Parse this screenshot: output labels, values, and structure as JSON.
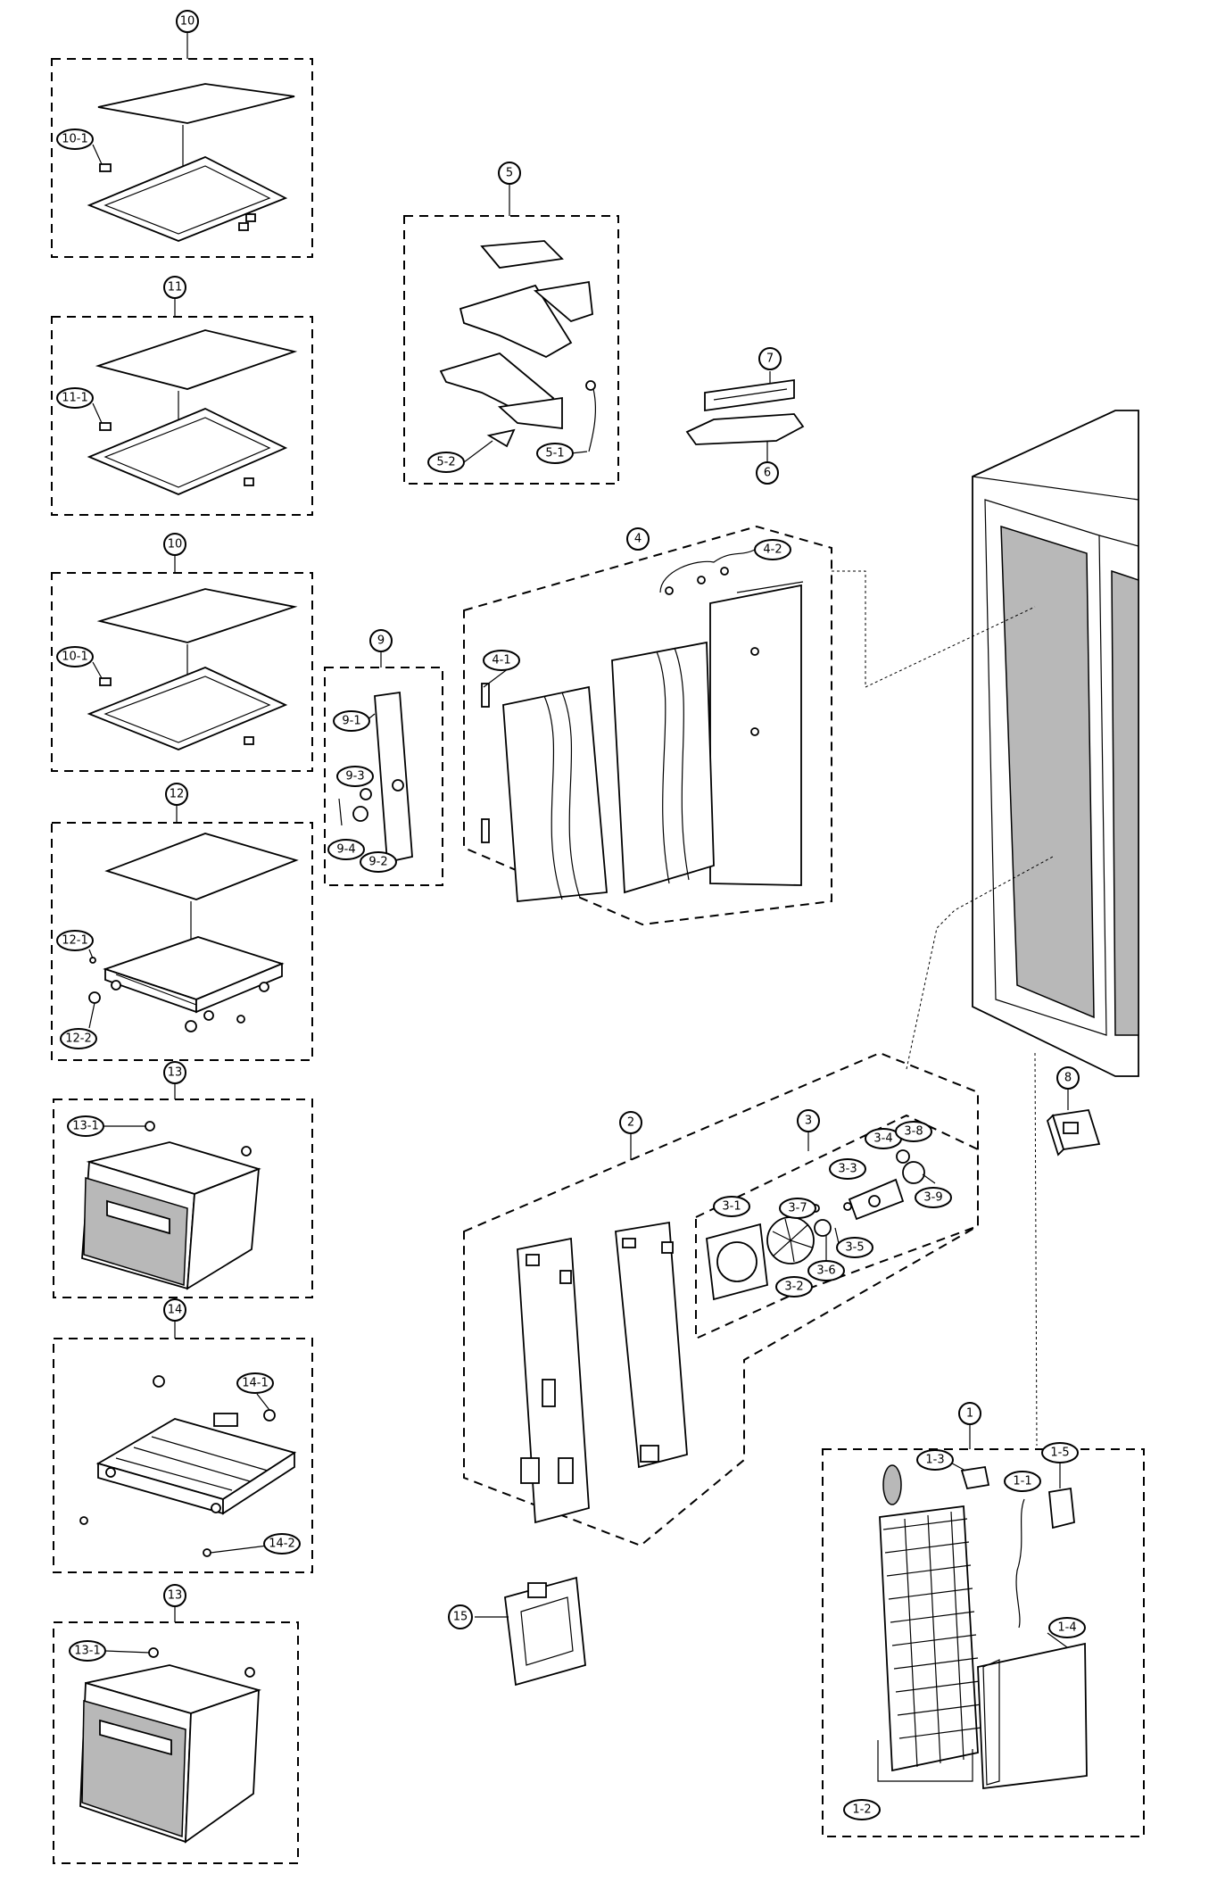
{
  "callouts": {
    "c10a": "10",
    "c10_1a": "10-1",
    "c11": "11",
    "c11_1": "11-1",
    "c10b": "10",
    "c10_1b": "10-1",
    "c12": "12",
    "c12_1": "12-1",
    "c12_2": "12-2",
    "c13a": "13",
    "c13_1a": "13-1",
    "c14": "14",
    "c14_1": "14-1",
    "c14_2": "14-2",
    "c13b": "13",
    "c13_1b": "13-1",
    "c5": "5",
    "c5_1": "5-1",
    "c5_2": "5-2",
    "c7": "7",
    "c6": "6",
    "c9": "9",
    "c9_1": "9-1",
    "c9_2": "9-2",
    "c9_3": "9-3",
    "c9_4": "9-4",
    "c4": "4",
    "c4_1": "4-1",
    "c4_2": "4-2",
    "c8": "8",
    "c2": "2",
    "c3": "3",
    "c3_1": "3-1",
    "c3_2": "3-2",
    "c3_3": "3-3",
    "c3_4": "3-4",
    "c3_5": "3-5",
    "c3_6": "3-6",
    "c3_7": "3-7",
    "c3_8": "3-8",
    "c3_9": "3-9",
    "c15": "15",
    "c1": "1",
    "c1_1": "1-1",
    "c1_2": "1-2",
    "c1_3": "1-3",
    "c1_4": "1-4",
    "c1_5": "1-5"
  }
}
